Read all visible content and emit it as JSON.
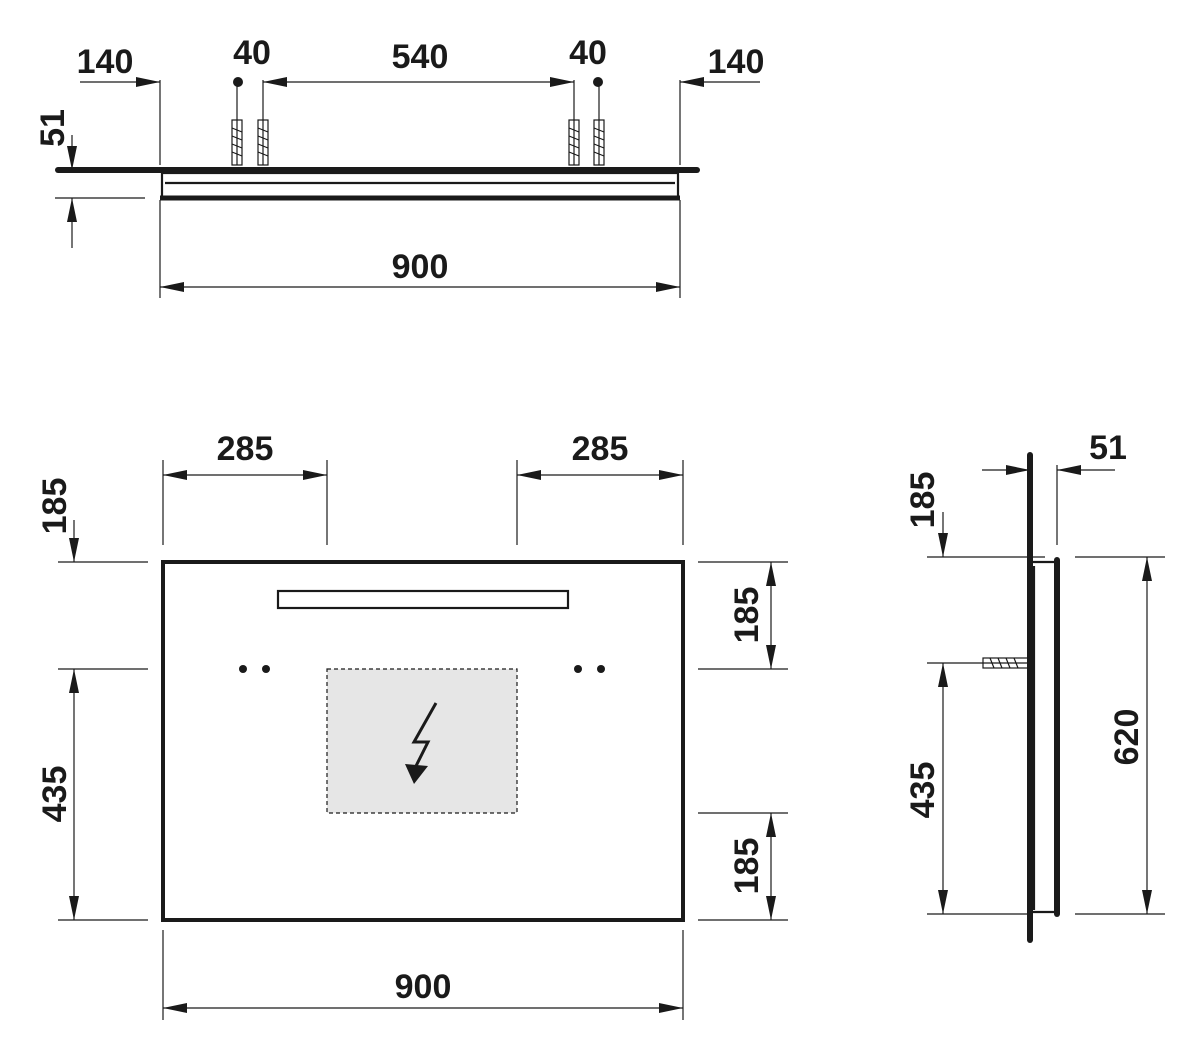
{
  "top_view": {
    "left_margin": "140",
    "left_hole_spacing": "40",
    "center_spacing": "540",
    "right_hole_spacing": "40",
    "right_margin": "140",
    "depth": "51",
    "width": "900"
  },
  "front_view": {
    "left_offset": "285",
    "right_offset": "285",
    "top_offset": "185",
    "lower_height": "435",
    "light_height": "185",
    "bottom_height": "185",
    "width": "900"
  },
  "side_view": {
    "depth": "51",
    "top_offset": "185",
    "lower_height": "435",
    "height": "620"
  },
  "colors": {
    "line": "#1a1a1a",
    "socket_fill": "#e6e6e6"
  },
  "icons": {
    "electrical": "lightning-bolt-icon",
    "wall_plug": "wall-plug-icon"
  }
}
